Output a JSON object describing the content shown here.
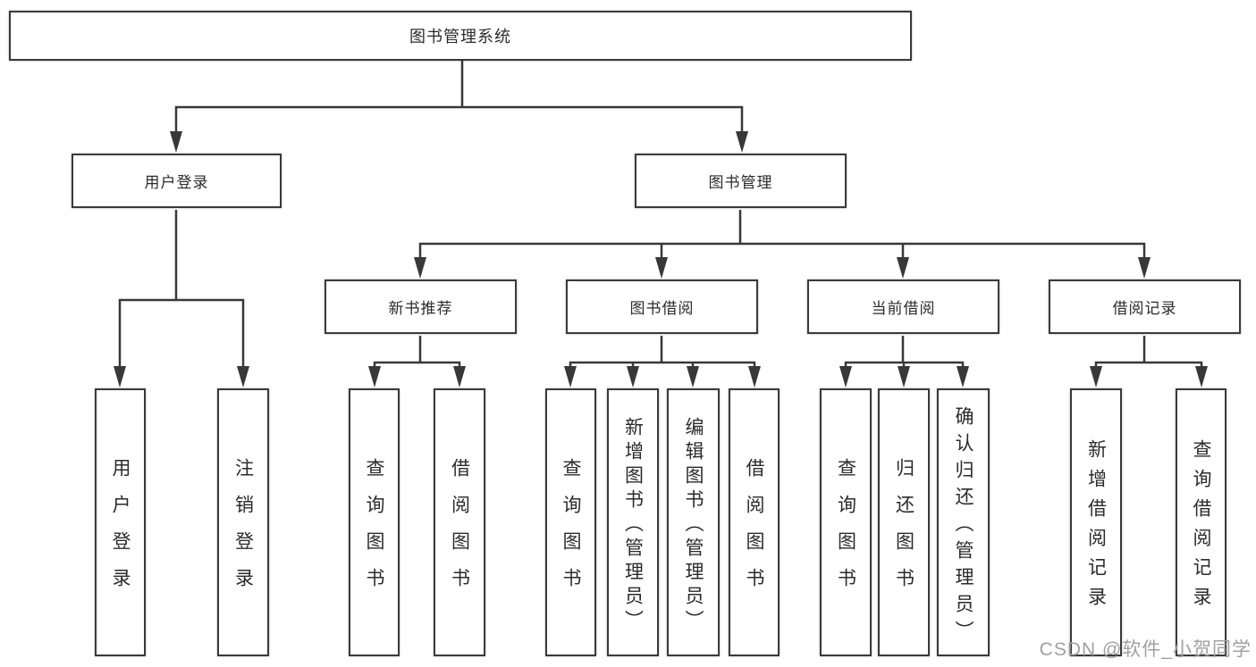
{
  "tree": {
    "root": {
      "label": "图书管理系统"
    },
    "branches": [
      {
        "label": "用户登录",
        "children": [
          {
            "label": "用户登录"
          },
          {
            "label": "注销登录"
          }
        ]
      },
      {
        "label": "图书管理",
        "children": [
          {
            "label": "新书推荐",
            "children": [
              {
                "label": "查询图书"
              },
              {
                "label": "借阅图书"
              }
            ]
          },
          {
            "label": "图书借阅",
            "children": [
              {
                "label": "查询图书"
              },
              {
                "label": "新增图书（管理员）"
              },
              {
                "label": "编辑图书（管理员）"
              },
              {
                "label": "借阅图书"
              }
            ]
          },
          {
            "label": "当前借阅",
            "children": [
              {
                "label": "查询图书"
              },
              {
                "label": "归还图书"
              },
              {
                "label": "确认归还（管理员）"
              }
            ]
          },
          {
            "label": "借阅记录",
            "children": [
              {
                "label": "新增借阅记录"
              },
              {
                "label": "查询借阅记录"
              }
            ]
          }
        ]
      }
    ]
  },
  "watermark": {
    "text": "CSDN @软件_小贺同学"
  },
  "colors": {
    "line": "#383838",
    "text": "#2b2b2b",
    "watermark": "#a0a0a0",
    "background": "#ffffff"
  }
}
